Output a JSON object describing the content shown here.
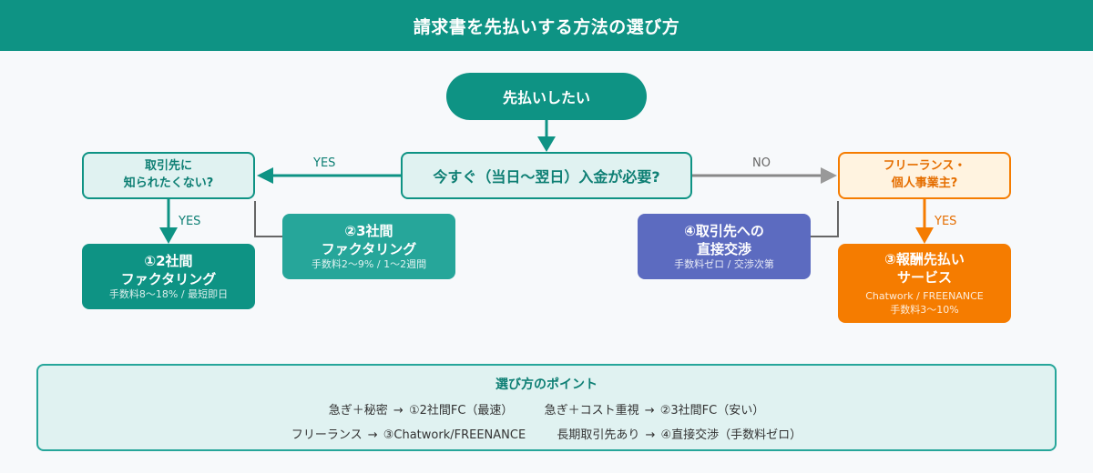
{
  "header": {
    "title": "請求書を先払いする方法の選び方"
  },
  "flow": {
    "start": "先払いしたい",
    "question_main": "今すぐ（当日〜翌日）入金が必要?",
    "question_left": {
      "line1": "取引先に",
      "line2": "知られたくない?"
    },
    "question_right": {
      "line1": "フリーランス・",
      "line2": "個人事業主?"
    },
    "labels": {
      "yes_main": "YES",
      "no_main": "NO",
      "yes_left": "YES",
      "yes_right": "YES"
    }
  },
  "results": {
    "r1": {
      "title1": "①2社間",
      "title2": "ファクタリング",
      "sub1": "手数料8〜18% / 最短即日"
    },
    "r2": {
      "title1": "②3社間",
      "title2": "ファクタリング",
      "sub1": "手数料2〜9% / 1〜2週間"
    },
    "r3": {
      "title1": "③報酬先払い",
      "title2": "サービス",
      "sub1": "Chatwork / FREENANCE",
      "sub2": "手数料3〜10%"
    },
    "r4": {
      "title1": "④取引先への",
      "title2": "直接交渉",
      "sub1": "手数料ゼロ / 交渉次第"
    }
  },
  "points": {
    "title": "選び方のポイント",
    "row1": [
      "急ぎ＋秘密 → ①2社間FC（最速）",
      "急ぎ＋コスト重視 → ②3社間FC（安い）"
    ],
    "row2": [
      "フリーランス → ③Chatwork/FREENANCE",
      "長期取引先あり → ④直接交渉（手数料ゼロ）"
    ]
  },
  "colors": {
    "teal": "#0e9384",
    "teal_light": "#26a69a",
    "orange": "#f57c00",
    "indigo": "#5c6bc0",
    "gray": "#757575"
  }
}
